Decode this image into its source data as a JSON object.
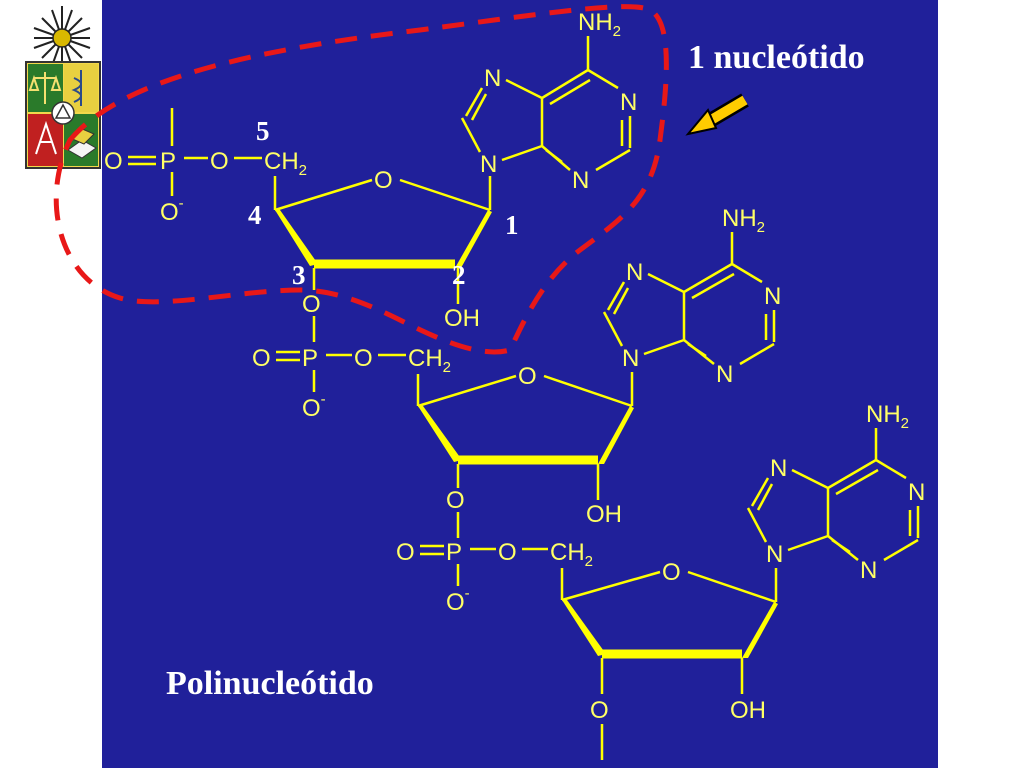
{
  "slide": {
    "background": "#20209a",
    "accent_yellow": "#ffff00",
    "highlight_red": "#e81818",
    "callout_label": "1 nucleótido",
    "polymer_label": "Polinucleótido",
    "carbon_numbers": {
      "c1": "1",
      "c2": "2",
      "c3": "3",
      "c4": "4",
      "c5": "5"
    },
    "atoms": {
      "oxygen": "O",
      "phosphorus": "P",
      "nitrogen": "N",
      "nh2_main": "NH",
      "nh2_sub": "2",
      "ch2_main": "CH",
      "ch2_sub": "2",
      "oh": "OH",
      "o_minus_main": "O",
      "o_minus_sup": "-"
    },
    "logo": {
      "name": "university-crest",
      "icons": [
        "sun-star-icon",
        "scales-icon",
        "caduceus-icon",
        "eye-triangle-icon",
        "compass-icon",
        "book-icon"
      ]
    }
  }
}
